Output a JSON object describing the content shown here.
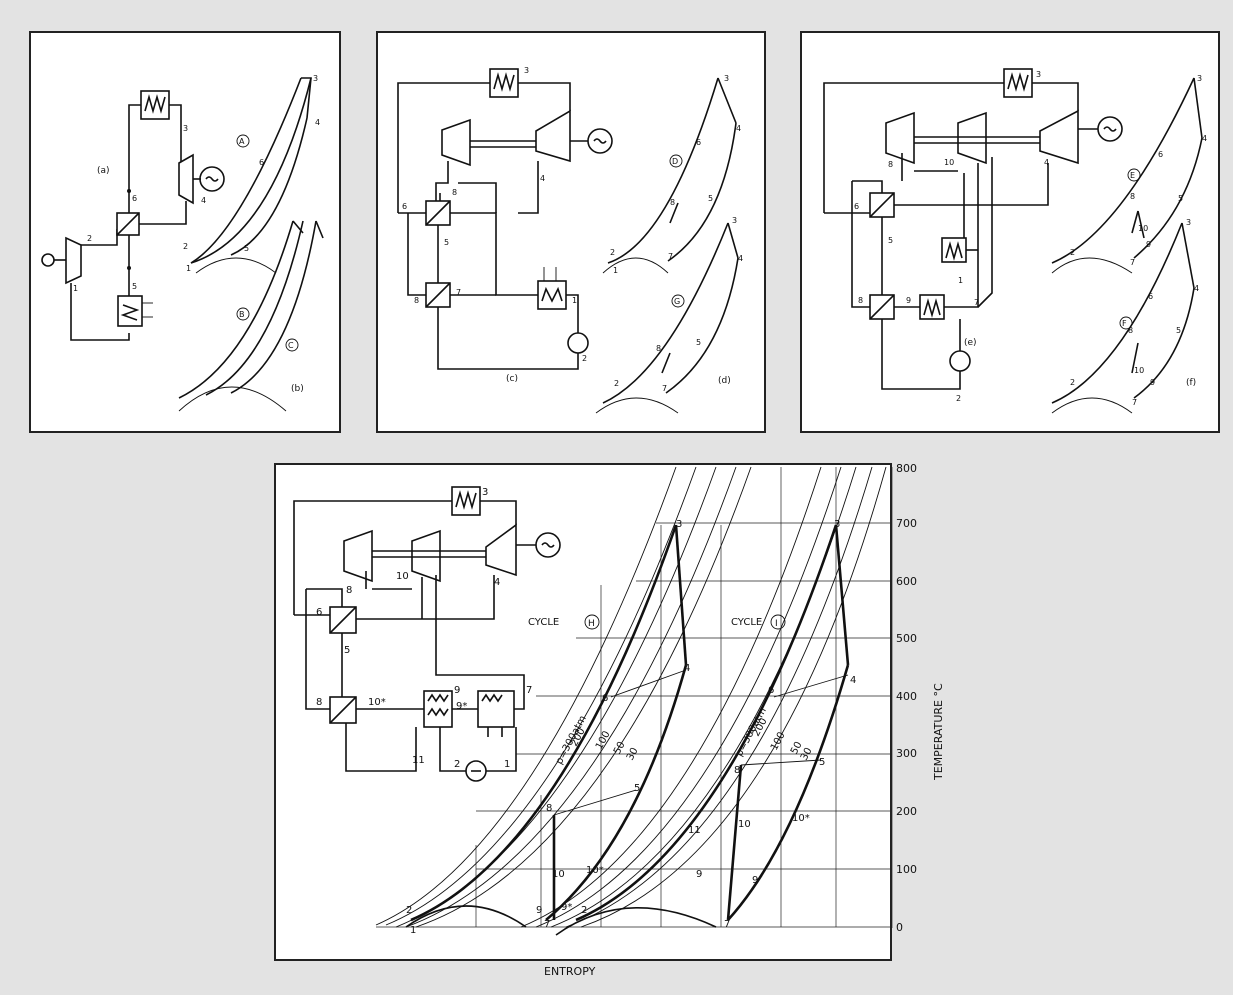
{
  "panel_a": {
    "label_a": "(a)",
    "label_b": "(b)",
    "cycles": [
      "A",
      "B",
      "C"
    ],
    "nums": [
      "1",
      "2",
      "3",
      "4",
      "5",
      "6"
    ]
  },
  "panel_c": {
    "label_c": "(c)",
    "label_d": "(d)",
    "cycles": [
      "D",
      "G"
    ],
    "nums": [
      "1",
      "2",
      "3",
      "4",
      "5",
      "6",
      "7",
      "8"
    ]
  },
  "panel_e": {
    "label_e": "(e)",
    "label_f": "(f)",
    "cycles": [
      "E",
      "F"
    ],
    "nums": [
      "1",
      "2",
      "3",
      "4",
      "5",
      "6",
      "7",
      "8",
      "9",
      "10"
    ]
  },
  "panel_h": {
    "cycle_h": "CYCLE",
    "cycle_h_letter": "H",
    "cycle_i": "CYCLE",
    "cycle_i_letter": "I",
    "y_axis_label": "TEMPERATURE °C",
    "x_axis_label": "ENTROPY",
    "y_ticks": [
      "0",
      "100",
      "200",
      "300",
      "400",
      "500",
      "600",
      "700",
      "800"
    ],
    "pressure_labels": [
      "p=300atm",
      "200",
      "100",
      "50",
      "30"
    ],
    "nums": [
      "1",
      "2",
      "3",
      "4",
      "5",
      "6",
      "7",
      "8",
      "9",
      "9*",
      "10",
      "10*",
      "11"
    ]
  }
}
